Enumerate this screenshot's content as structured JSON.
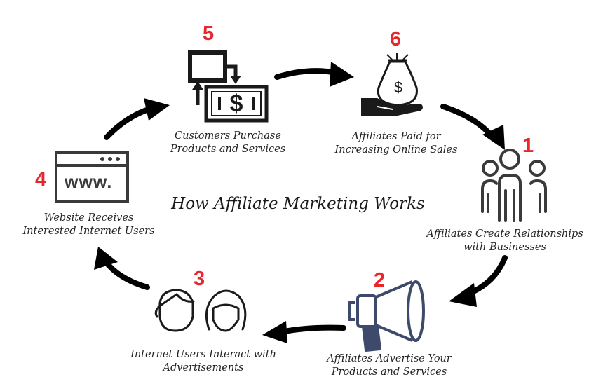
{
  "title": "How Affiliate Marketing Works",
  "colors": {
    "number": "#e8272d",
    "icon_dark": "#1a1a1a",
    "icon_blue": "#3e4a6b"
  },
  "steps": [
    {
      "number": "1",
      "caption_line1": "Affiliates Create Relationships",
      "caption_line2": "with Businesses",
      "icon": "people-group-icon"
    },
    {
      "number": "2",
      "caption_line1": "Affiliates Advertise Your",
      "caption_line2": "Products and Services",
      "icon": "megaphone-icon"
    },
    {
      "number": "3",
      "caption_line1": "Internet Users Interact with",
      "caption_line2": "Advertisements",
      "icon": "users-faces-icon"
    },
    {
      "number": "4",
      "caption_line1": "Website Receives",
      "caption_line2": "Interested Internet Users",
      "icon": "browser-window-icon"
    },
    {
      "number": "5",
      "caption_line1": "Customers Purchase",
      "caption_line2": "Products and Services",
      "icon": "purchase-cash-icon"
    },
    {
      "number": "6",
      "caption_line1": "Affiliates Paid for",
      "caption_line2": "Increasing Online Sales",
      "icon": "money-bag-hand-icon"
    }
  ],
  "browser_text": "www."
}
